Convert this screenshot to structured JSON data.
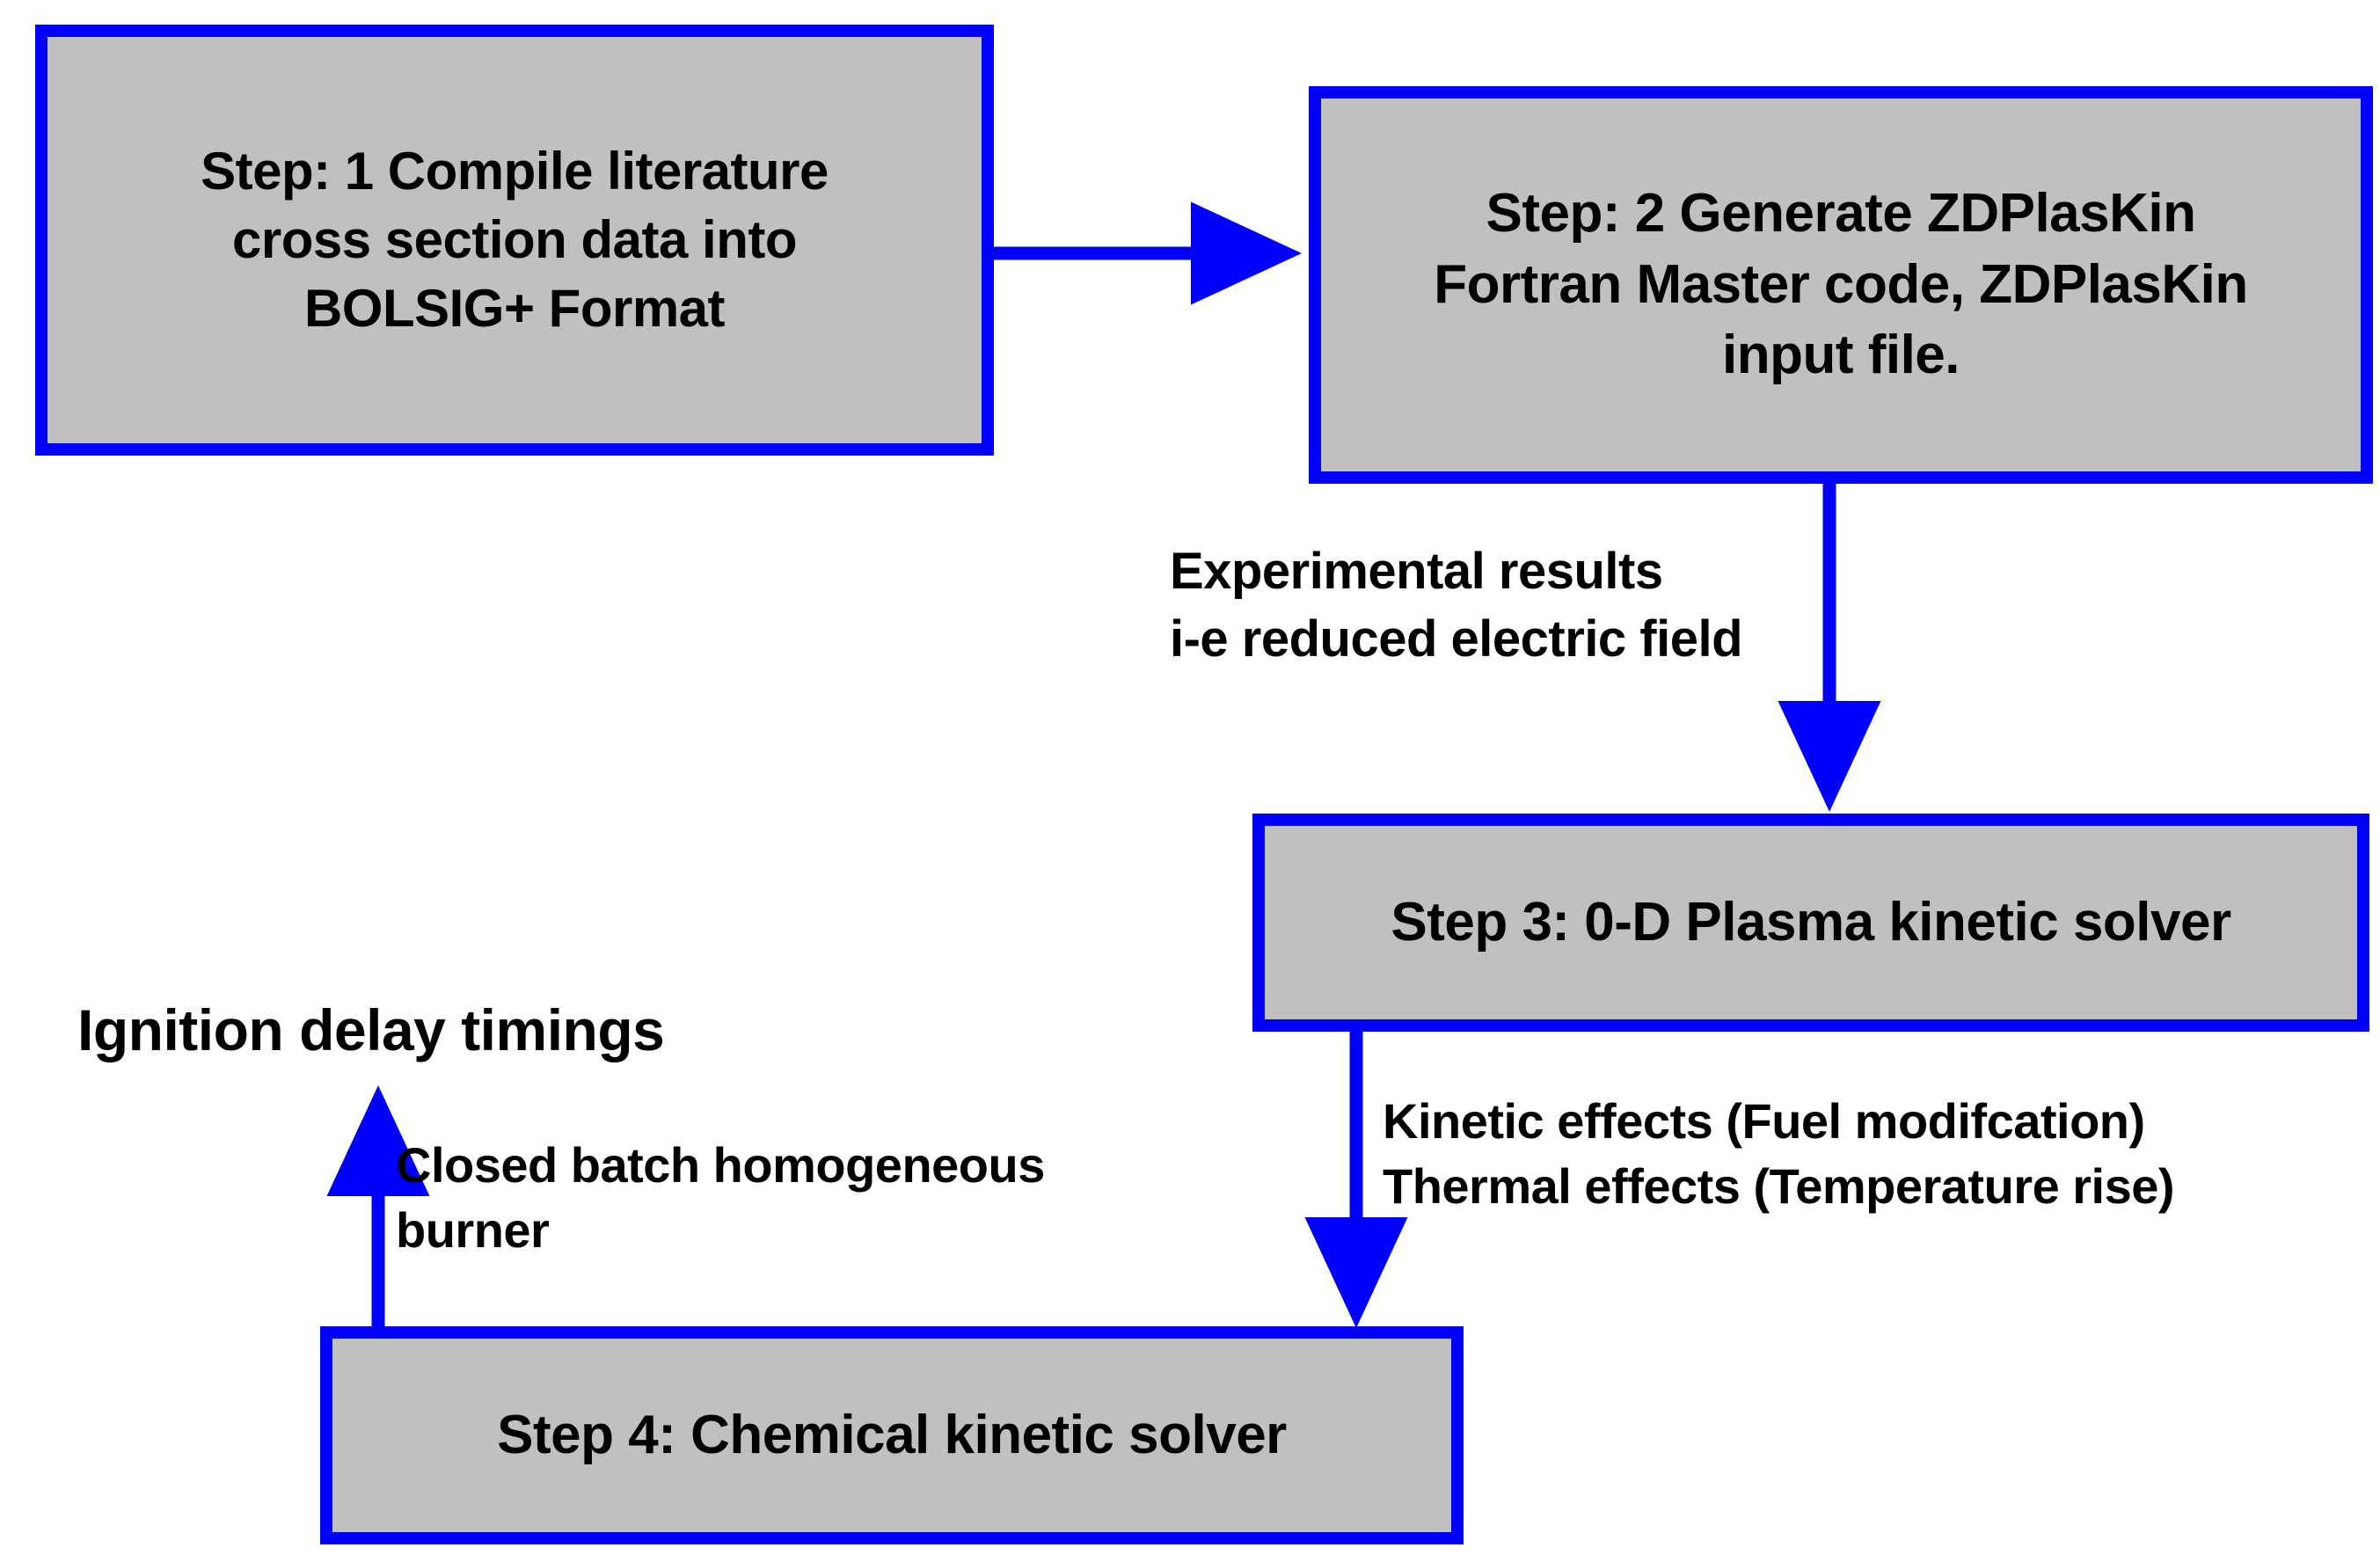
{
  "diagram": {
    "title": "Plasma assisted combustion modelling workflow",
    "palette": {
      "node_fill": "#c0c0c0",
      "node_border": "#0000ff",
      "arrow": "#0000ff",
      "text": "#000000",
      "background": "#ffffff"
    },
    "nodes": [
      {
        "id": "step1",
        "label": "Step: 1 Compile literature\ncross section data into\nBOLSIG+ Format"
      },
      {
        "id": "step2",
        "label": "Step: 2 Generate ZDPlasKin\nFortran Master code, ZDPlasKin\ninput file."
      },
      {
        "id": "step3",
        "label": "Step 3: 0-D Plasma kinetic solver"
      },
      {
        "id": "step4",
        "label": "Step 4: Chemical kinetic solver"
      }
    ],
    "edge_labels": [
      {
        "id": "experimental",
        "label": "Experimental results\ni-e reduced electric field"
      },
      {
        "id": "effects",
        "label": "Kinetic effects (Fuel modifcation)\nThermal effects (Temperature rise)"
      },
      {
        "id": "burner",
        "label": "Closed batch homogeneous\nburner"
      }
    ],
    "outputs": [
      {
        "id": "ignition",
        "label": "Ignition delay timings"
      }
    ],
    "edges": [
      {
        "id": "e1",
        "from": "step1",
        "to": "step2",
        "label": ""
      },
      {
        "id": "e2",
        "from": "step2",
        "to": "step3",
        "label": "experimental"
      },
      {
        "id": "e3",
        "from": "step3",
        "to": "step4",
        "label": "effects"
      },
      {
        "id": "e4",
        "from": "step4",
        "to": "ignition",
        "label": "burner"
      }
    ]
  }
}
